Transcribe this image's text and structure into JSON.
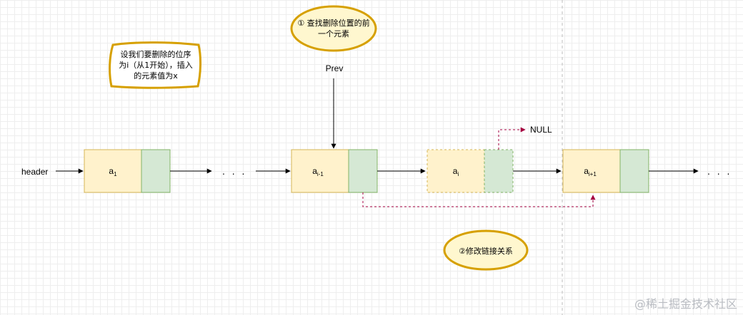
{
  "notes": {
    "assumption": [
      "设我们要删除的位序",
      "为i（从1开始），插入",
      "的元素值为x"
    ],
    "step1": [
      "① 查找删除位置的前",
      "一个元素"
    ],
    "step2": "②修改链接关系"
  },
  "labels": {
    "header": "header",
    "prev": "Prev",
    "null": "NULL",
    "ellipsis": ". . ."
  },
  "nodes": [
    {
      "base": "a",
      "sub": "1"
    },
    {
      "base": "a",
      "sub": "i-1"
    },
    {
      "base": "a",
      "sub": "i"
    },
    {
      "base": "a",
      "sub": "i+1"
    }
  ],
  "watermark": "@稀土掘金技术社区",
  "colors": {
    "data_fill": "#fff2cc",
    "data_stroke": "#d6b656",
    "ptr_fill": "#d5e8d4",
    "ptr_stroke": "#82b366",
    "note_stroke": "#d6a000",
    "note_fill": "#ffe88a",
    "redirect": "#a50040"
  }
}
